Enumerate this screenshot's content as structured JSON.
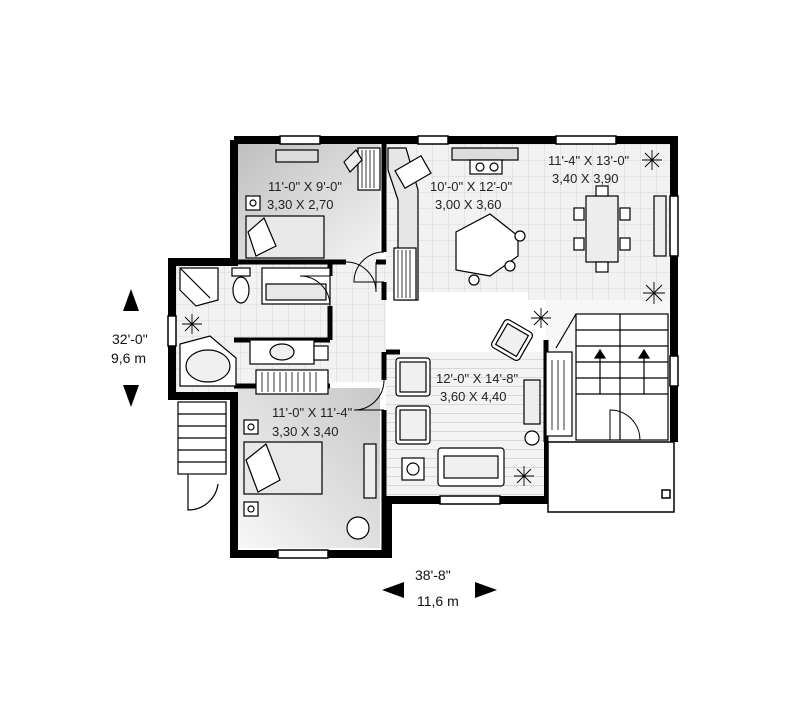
{
  "rooms": [
    {
      "id": "bedroom-2",
      "imperial": "11'-0\" X 9'-0\"",
      "metric": "3,30 X 2,70"
    },
    {
      "id": "kitchen",
      "imperial": "10'-0\" X 12'-0\"",
      "metric": "3,00 X 3,60"
    },
    {
      "id": "dining",
      "imperial": "11'-4\" X 13'-0\"",
      "metric": "3,40 X 3,90"
    },
    {
      "id": "living",
      "imperial": "12'-0\" X 14'-8\"",
      "metric": "3,60 X 4,40"
    },
    {
      "id": "bedroom-1",
      "imperial": "11'-0\" X 11'-4\"",
      "metric": "3,30 X 3,40"
    }
  ],
  "overall_dims": {
    "depth_imperial": "32'-0\"",
    "depth_metric": "9,6 m",
    "width_imperial": "38'-8\"",
    "width_metric": "11,6 m"
  }
}
